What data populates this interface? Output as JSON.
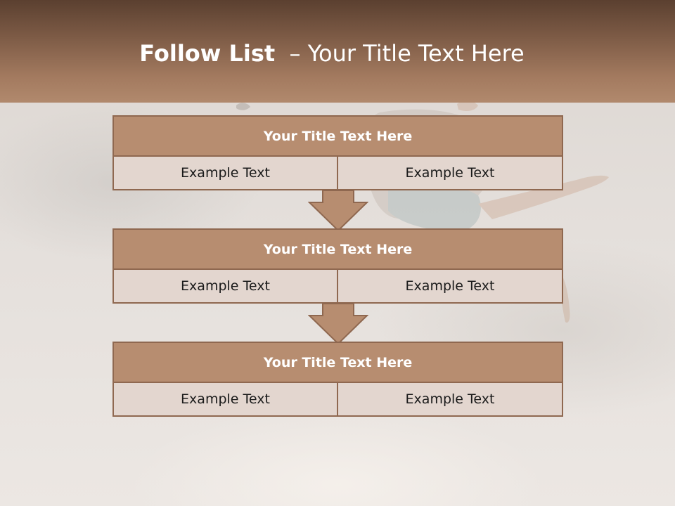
{
  "header": {
    "title_bold": "Follow List",
    "title_rest": "  – Your Title Text Here"
  },
  "flow": {
    "blocks": [
      {
        "title": "Your Title Text Here",
        "left": "Example Text",
        "right": "Example Text"
      },
      {
        "title": "Your Title Text Here",
        "left": "Example Text",
        "right": "Example Text"
      },
      {
        "title": "Your Title Text Here",
        "left": "Example Text",
        "right": "Example Text"
      }
    ]
  },
  "colors": {
    "header_dark": "#5b4030",
    "header_light": "#b1896d",
    "block_header_fill": "#b78d70",
    "block_border": "#8f6850",
    "cell_fill": "#e3d6cf",
    "arrow_fill": "#b78d70"
  }
}
